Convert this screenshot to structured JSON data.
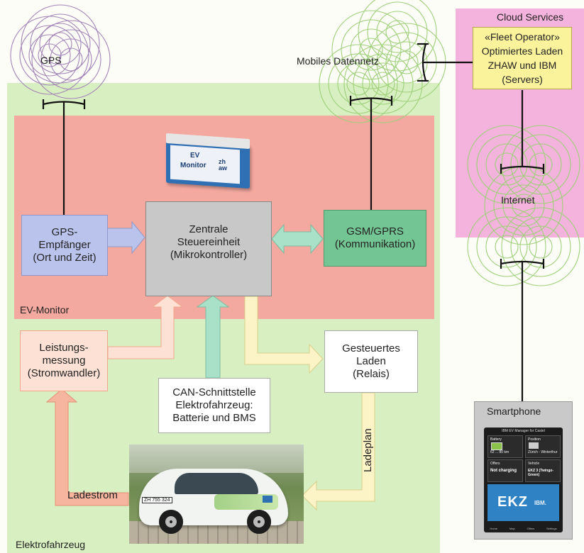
{
  "regions": {
    "vehicle": "Elektrofahrzeug",
    "monitor": "EV-Monitor",
    "cloud": "Cloud Services"
  },
  "antennas": {
    "gps": "GPS",
    "mobile": "Mobiles Datennetz",
    "internet": "Internet"
  },
  "boxes": {
    "gps_receiver": "GPS-\nEmpfänger\n(Ort und Zeit)",
    "controller": "Zentrale\nSteuereinheit\n(Mikrokontroller)",
    "gsm": "GSM/GPRS\n(Kommunikation)",
    "power": "Leistungs-\nmessung\n(Stromwandler)",
    "can": "CAN-Schnittstelle\nElektrofahrzeug:\nBatterie und BMS",
    "relay": "Gesteuertes\nLaden\n(Relais)",
    "fleet": "«Fleet Operator»\nOptimiertes Laden\nZHAW und IBM\n(Servers)"
  },
  "arrows": {
    "charging_current": "Ladestrom",
    "charging_plan": "Ladeplan"
  },
  "device": {
    "label_line1": "EV",
    "label_line2": "Monitor",
    "logo": "zh\naw"
  },
  "car": {
    "plate": "ZH 755 324"
  },
  "smartphone": {
    "title": "Smartphone",
    "app_header": "IBM EV Manager for Castel",
    "tile_battery": "Battery",
    "tile_battery_value": "62 ... 80 km",
    "tile_position": "Position",
    "tile_position_value": "Zürich - Winterthur",
    "tile_offers": "Offers",
    "tile_offers_value": "Not charging",
    "tile_vehicle": "Vehicle",
    "tile_vehicle_value": "EKZ 3 (Twingo-Green)",
    "brand": "EKZ",
    "partner": "IBM.",
    "nav": [
      "Home",
      "Map",
      "Offers",
      "Settings"
    ]
  },
  "colors": {
    "vehicle_bg": "#d8efc2",
    "monitor_bg": "#f4a9a0",
    "cloud_bg": "#f4b3dc",
    "gps_box": "#b9c3ec",
    "controller_box": "#c8c8c8",
    "gsm_box": "#74c594",
    "fleet_box": "#fbf39c",
    "power_box": "#fde1d5",
    "arrow_pink": "#f6b59f",
    "arrow_teal": "#a9e0c8",
    "arrow_yellow": "#fcf4c6"
  }
}
